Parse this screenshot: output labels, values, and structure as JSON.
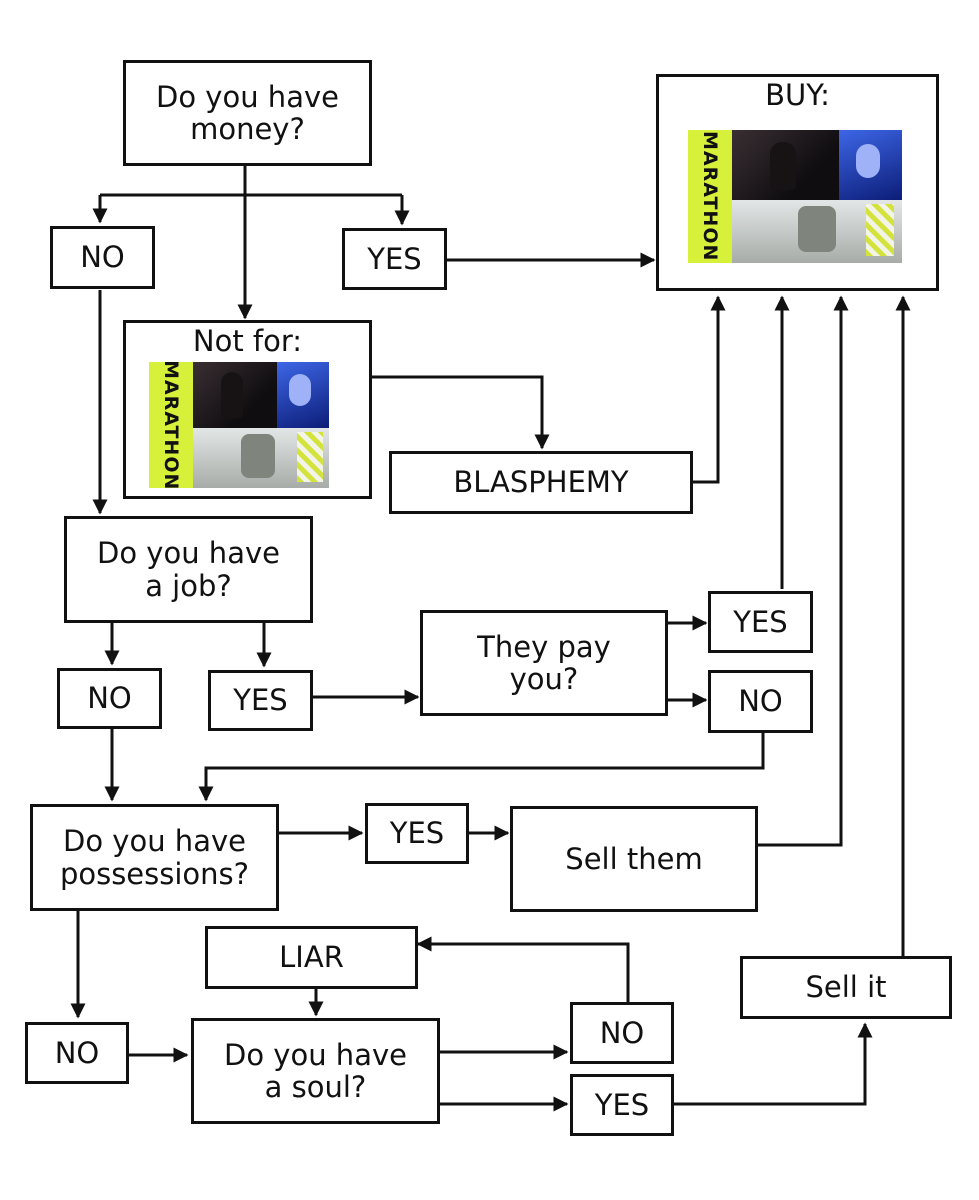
{
  "nodes": {
    "money": "Do you have\nmoney?",
    "money_no": "NO",
    "money_yes": "YES",
    "buy": "BUY:",
    "not_for": "Not for:",
    "blasphemy": "BLASPHEMY",
    "job": "Do you have\na job?",
    "job_no": "NO",
    "job_yes": "YES",
    "pay": "They pay\nyou?",
    "pay_yes": "YES",
    "pay_no": "NO",
    "possessions": "Do you have\npossessions?",
    "poss_yes": "YES",
    "sell_them": "Sell them",
    "poss_no": "NO",
    "liar": "LIAR",
    "soul": "Do you have\na soul?",
    "soul_no": "NO",
    "soul_yes": "YES",
    "sell_it": "Sell it"
  },
  "cover": {
    "wordmark": "MARATHON",
    "spine_color": "#d7f03a"
  }
}
